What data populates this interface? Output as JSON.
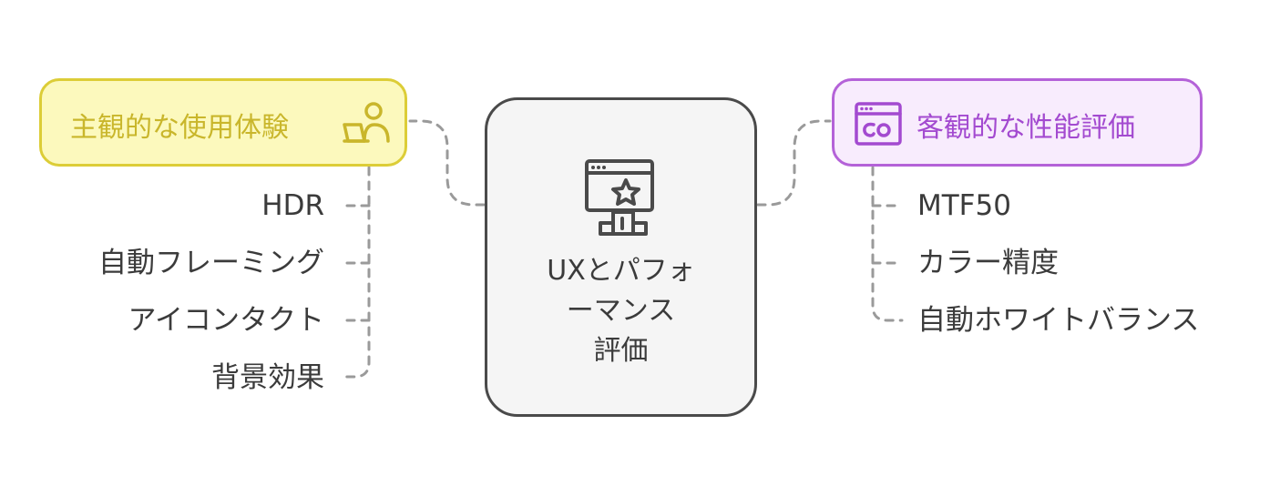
{
  "center": {
    "title_lines": [
      "UXとパフォ",
      "ーマンス",
      "評価"
    ],
    "icon": "ranking-window-star-icon"
  },
  "left_branch": {
    "label": "主観的な使用体験",
    "icon": "person-laptop-icon",
    "color_border": "#dccd37",
    "color_fill": "#fcf9bd",
    "items": [
      "HDR",
      "自動フレーミング",
      "アイコンタクト",
      "背景効果"
    ]
  },
  "right_branch": {
    "label": "客観的な性能評価",
    "icon": "browser-window-icon",
    "color_border": "#b462d8",
    "color_fill": "#f8ecfd",
    "items": [
      "MTF50",
      "カラー精度",
      "自動ホワイトバランス"
    ]
  },
  "connector_color": "#9a9a9a"
}
